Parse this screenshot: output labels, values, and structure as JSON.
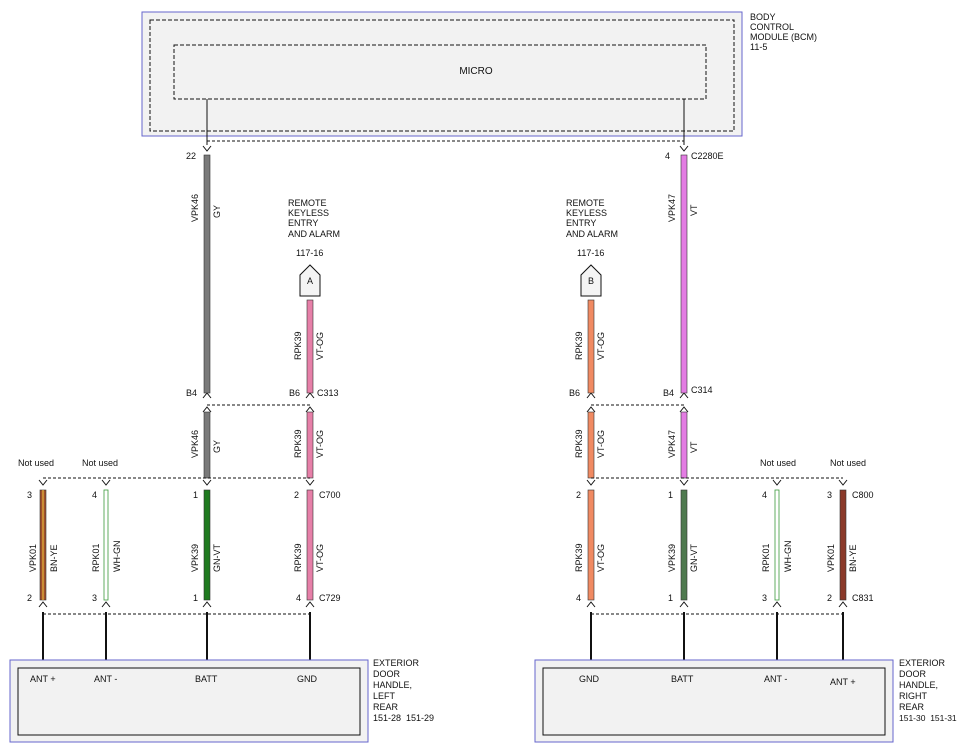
{
  "bcm": {
    "name_lines": [
      "BODY",
      "CONTROL",
      "MODULE (BCM)",
      "11-5"
    ],
    "micro_label": "MICRO"
  },
  "left_wire": {
    "bcm_pin": "22",
    "circuit_top": "VPK46",
    "color_top": "GY",
    "c313_pin": "B4",
    "circuit_mid": "VPK46",
    "color_mid": "GY",
    "circuit_bottom": "VPK39",
    "color_bottom": "GN-VT"
  },
  "right_wire": {
    "bcm_pin": "4",
    "bcm_connector": "C2280E",
    "circuit_top": "VPK47",
    "color_top": "VT",
    "c314_pin": "B4",
    "circuit_mid": "VPK47",
    "color_mid": "VT",
    "circuit_bottom": "VPK39",
    "color_bottom": "GN-VT"
  },
  "rke_a": {
    "lines": [
      "REMOTE",
      "KEYLESS",
      "ENTRY",
      "AND ALARM"
    ],
    "ref": "117-16",
    "letter": "A",
    "circuit_top": "RPK39",
    "color_top": "VT-OG",
    "c313_pin": "B6",
    "c313": "C313",
    "circuit_mid": "RPK39",
    "color_mid": "VT-OG"
  },
  "rke_b": {
    "lines": [
      "REMOTE",
      "KEYLESS",
      "ENTRY",
      "AND ALARM"
    ],
    "ref": "117-16",
    "letter": "B",
    "circuit_top": "RPK39",
    "color_top": "VT-OG",
    "c314_pin": "B6",
    "c314": "C314",
    "circuit_mid": "RPK39",
    "color_mid": "VT-OG"
  },
  "left_connectors": {
    "not_used_1": "Not used",
    "not_used_2": "Not used",
    "c700": "C700",
    "c729": "C729",
    "wires": [
      {
        "pin_top": "3",
        "circuit": "VPK01",
        "color": "BN-YE",
        "pin_bottom": "2"
      },
      {
        "pin_top": "4",
        "circuit": "RPK01",
        "color": "WH-GN",
        "pin_bottom": "3"
      },
      {
        "pin_top": "1",
        "circuit": "VPK39",
        "color": "GN-VT",
        "pin_bottom": "1"
      },
      {
        "pin_top": "2",
        "circuit": "RPK39",
        "color": "VT-OG",
        "pin_bottom": "4"
      }
    ]
  },
  "right_connectors": {
    "not_used_1": "Not used",
    "not_used_2": "Not used",
    "c800": "C800",
    "c831": "C831",
    "wires": [
      {
        "pin_top": "2",
        "circuit": "RPK39",
        "color": "VT-OG",
        "pin_bottom": "4"
      },
      {
        "pin_top": "1",
        "circuit": "VPK39",
        "color": "GN-VT",
        "pin_bottom": "1"
      },
      {
        "pin_top": "4",
        "circuit": "RPK01",
        "color": "WH-GN",
        "pin_bottom": "3"
      },
      {
        "pin_top": "3",
        "circuit": "VPK01",
        "color": "BN-YE",
        "pin_bottom": "2"
      }
    ]
  },
  "left_handle": {
    "terminals": [
      "ANT +",
      "ANT -",
      "BATT",
      "GND"
    ],
    "name_lines": [
      "EXTERIOR",
      "DOOR",
      "HANDLE,",
      "LEFT",
      "REAR",
      "151-28  151-29"
    ]
  },
  "right_handle": {
    "terminals": [
      "GND",
      "BATT",
      "ANT -",
      "ANT +"
    ],
    "name_lines": [
      "EXTERIOR",
      "DOOR",
      "HANDLE,",
      "RIGHT",
      "REAR",
      "151-30  151-31"
    ]
  },
  "wire_colors": {
    "GY": "#7a7a7a",
    "VT": "#e37ce3",
    "VT-OG": "#e67fa8",
    "VT-OG-right": "#f08a62",
    "GN-VT": "#1f7a1f",
    "GN-VT-right": "#4f7a4f",
    "WH-GN": "#3a9a3a",
    "BN-YE": "#a0522d",
    "BN-YE-right": "#8b3a2a"
  }
}
